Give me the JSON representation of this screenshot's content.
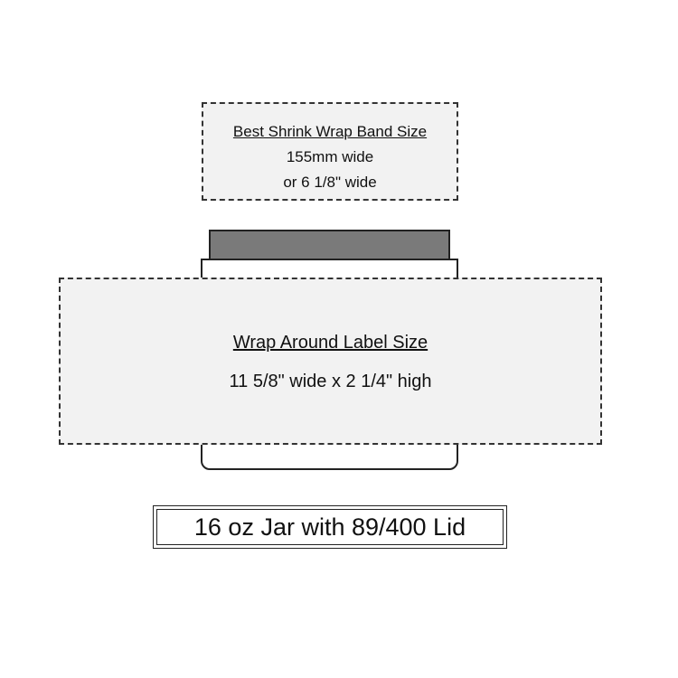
{
  "band_callout": {
    "title": "Best Shrink Wrap Band Size",
    "line1": "155mm wide",
    "line2": "or 6 1/8\" wide"
  },
  "label_callout": {
    "title": "Wrap Around Label Size",
    "dimensions": "11 5/8\" wide x 2 1/4\" high"
  },
  "caption": "16 oz Jar with 89/400 Lid",
  "colors": {
    "lid": "#7a7a7a",
    "callout_fill": "#f2f2f2",
    "outline": "#222222"
  }
}
